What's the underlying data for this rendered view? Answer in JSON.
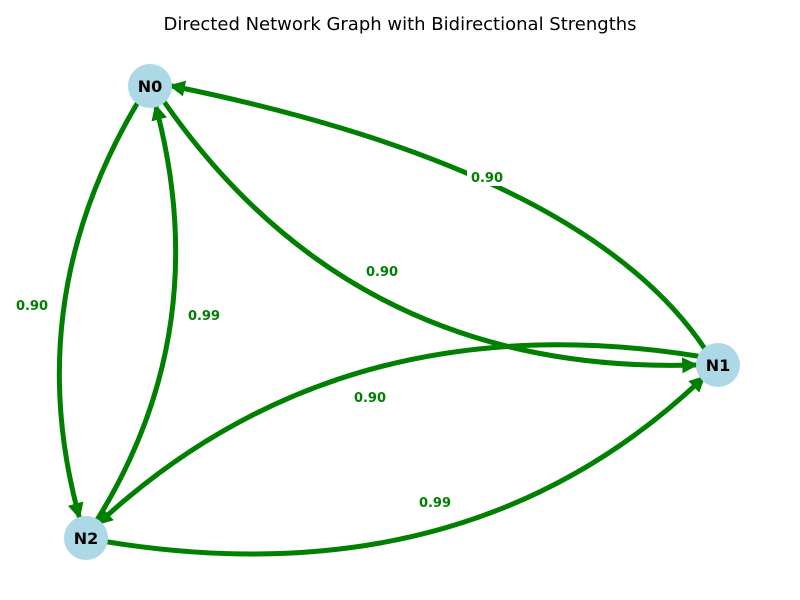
{
  "title": "Directed Network Graph with Bidirectional Strengths",
  "colors": {
    "edge": "#008000",
    "node": "#add8e6",
    "label": "#008000",
    "node_text": "#000000"
  },
  "nodes": [
    {
      "id": "N0",
      "label": "N0"
    },
    {
      "id": "N1",
      "label": "N1"
    },
    {
      "id": "N2",
      "label": "N2"
    }
  ],
  "edges": [
    {
      "from": "N1",
      "to": "N0",
      "weight": "0.90"
    },
    {
      "from": "N0",
      "to": "N1",
      "weight": "0.90"
    },
    {
      "from": "N0",
      "to": "N2",
      "weight": "0.90"
    },
    {
      "from": "N2",
      "to": "N0",
      "weight": "0.99"
    },
    {
      "from": "N1",
      "to": "N2",
      "weight": "0.90"
    },
    {
      "from": "N2",
      "to": "N1",
      "weight": "0.99"
    }
  ]
}
